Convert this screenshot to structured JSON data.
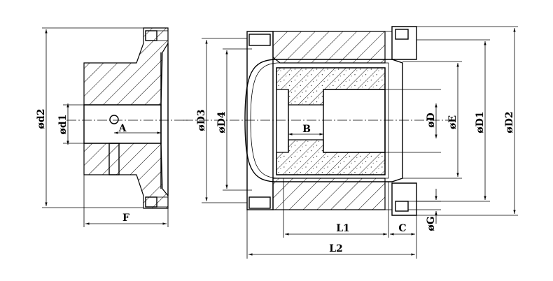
{
  "labels": {
    "d2": "ød2",
    "d1": "ød1",
    "A": "A",
    "F": "F",
    "D3": "øD3",
    "D4": "øD4",
    "B": "B",
    "D": "øD",
    "E": "øE",
    "D1": "øD1",
    "D2": "øD2",
    "L1": "L1",
    "C": "C",
    "L2": "L2",
    "G": "øG"
  },
  "colors": {
    "line": "#000000",
    "background": "#ffffff"
  }
}
